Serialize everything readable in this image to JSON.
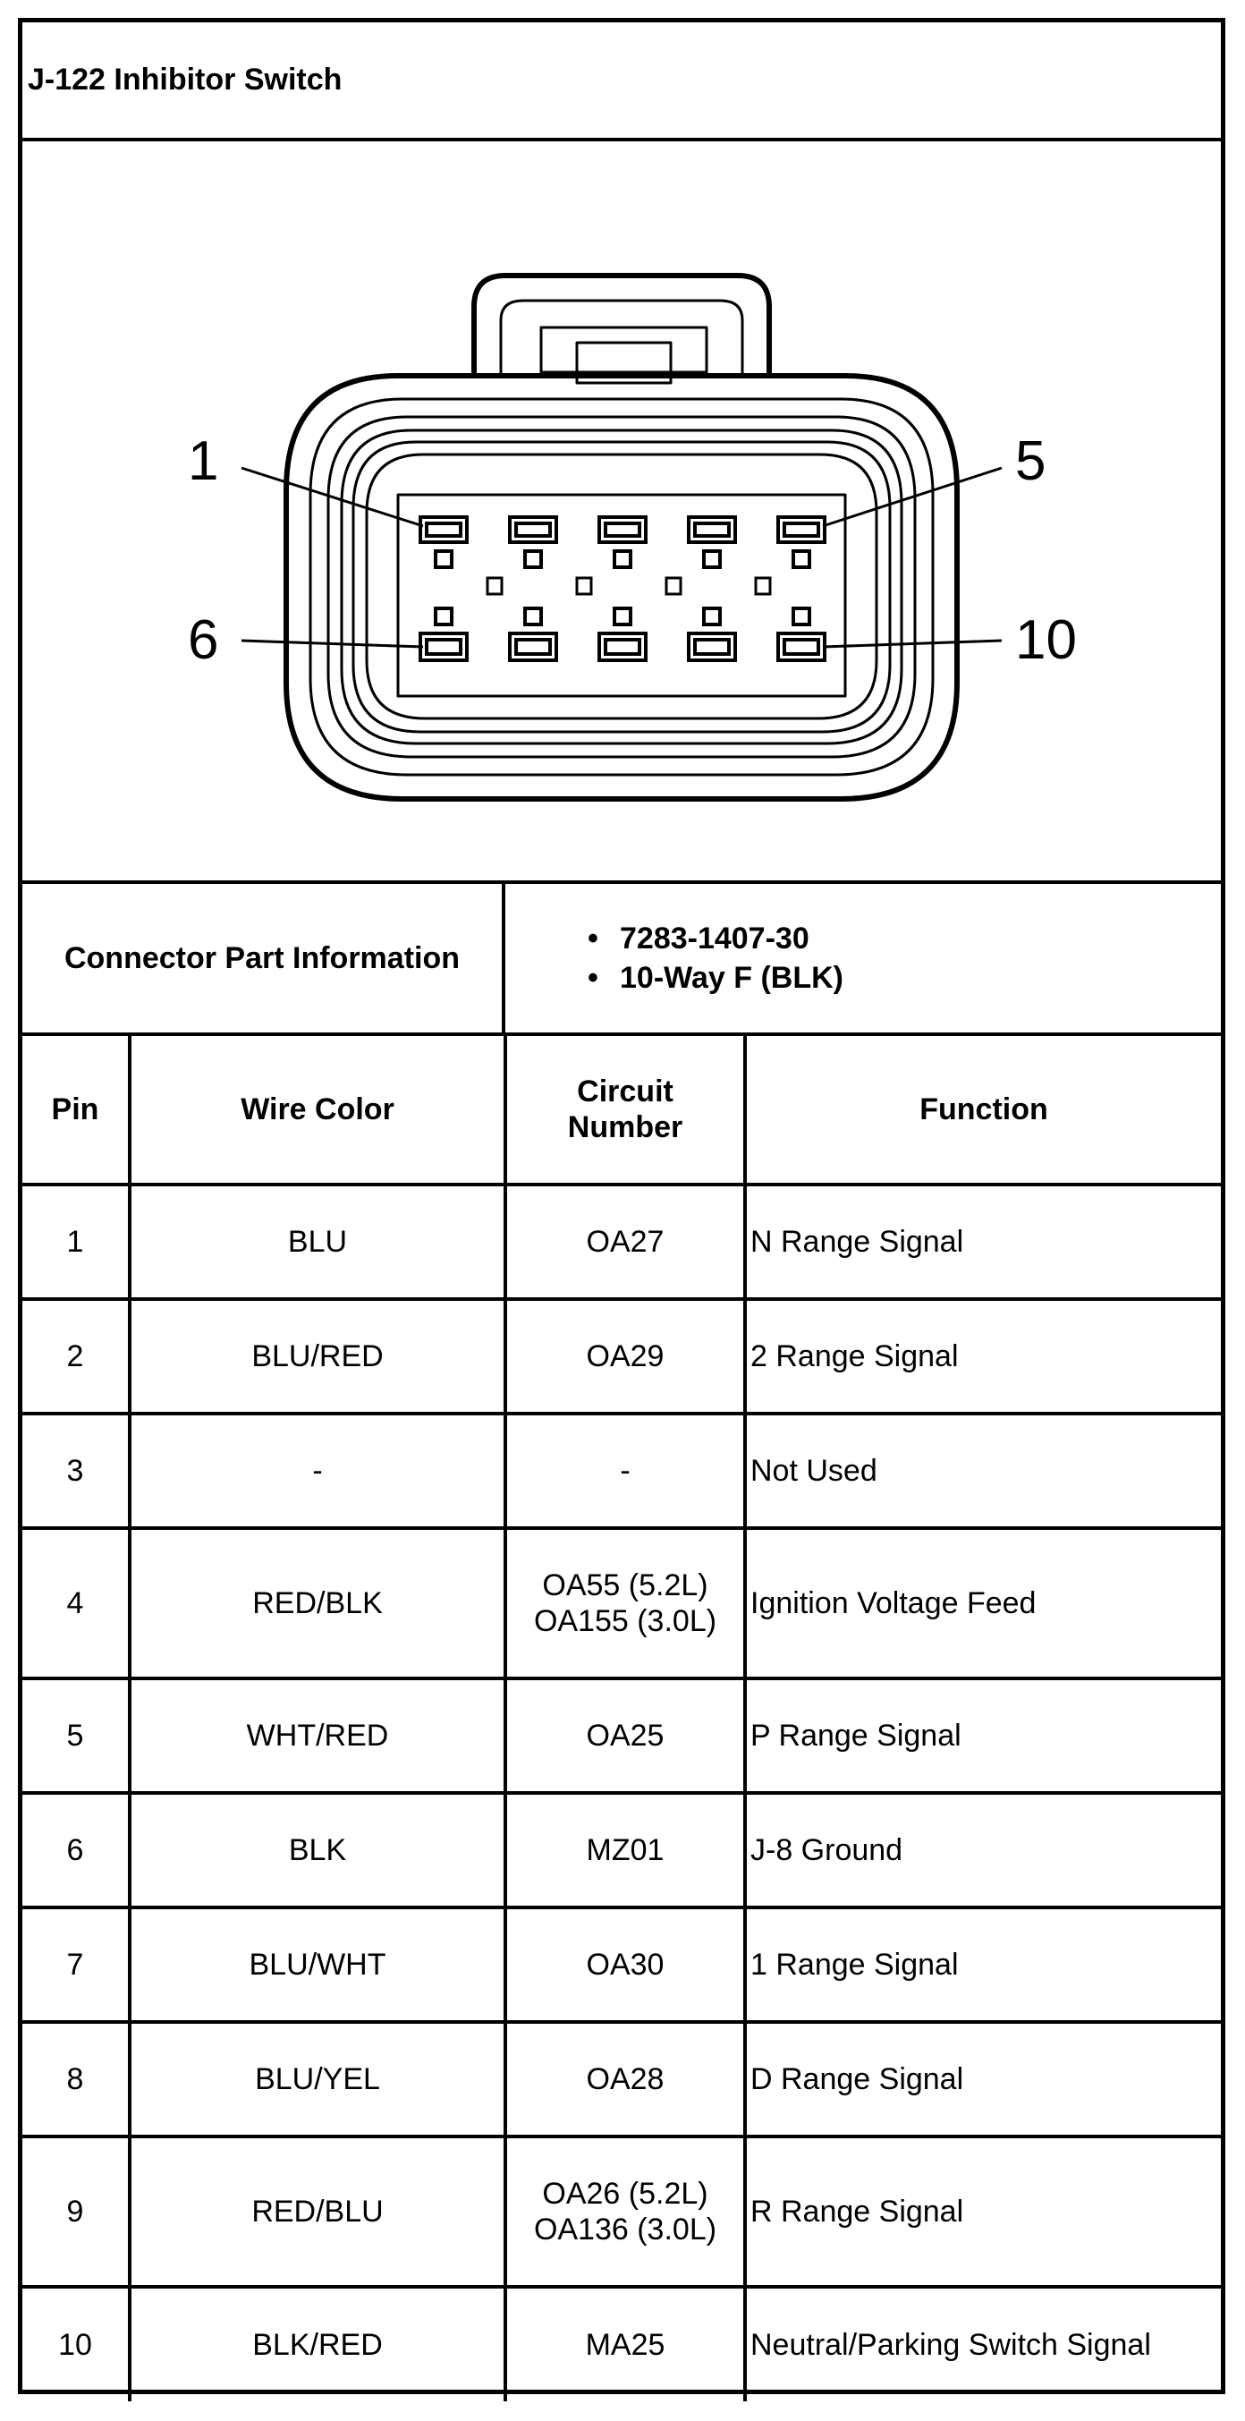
{
  "title": "J-122 Inhibitor Switch",
  "diagram": {
    "pin_labels": [
      "1",
      "5",
      "6",
      "10"
    ]
  },
  "connector": {
    "label": "Connector Part Information",
    "bullet": "•",
    "items": [
      "7283-1407-30",
      "10-Way F (BLK)"
    ]
  },
  "table": {
    "headers": [
      "Pin",
      "Wire Color",
      "Circuit Number",
      "Function"
    ],
    "rows": [
      {
        "pin": "1",
        "color": "BLU",
        "circuit": [
          "OA27"
        ],
        "function": "N Range Signal"
      },
      {
        "pin": "2",
        "color": "BLU/RED",
        "circuit": [
          "OA29"
        ],
        "function": "2 Range Signal"
      },
      {
        "pin": "3",
        "color": "-",
        "circuit": [
          "-"
        ],
        "function": "Not Used"
      },
      {
        "pin": "4",
        "color": "RED/BLK",
        "circuit": [
          "OA55 (5.2L)",
          "OA155 (3.0L)"
        ],
        "function": "Ignition Voltage Feed"
      },
      {
        "pin": "5",
        "color": "WHT/RED",
        "circuit": [
          "OA25"
        ],
        "function": "P Range Signal"
      },
      {
        "pin": "6",
        "color": "BLK",
        "circuit": [
          "MZ01"
        ],
        "function": "J-8 Ground"
      },
      {
        "pin": "7",
        "color": "BLU/WHT",
        "circuit": [
          "OA30"
        ],
        "function": "1 Range Signal"
      },
      {
        "pin": "8",
        "color": "BLU/YEL",
        "circuit": [
          "OA28"
        ],
        "function": "D Range Signal"
      },
      {
        "pin": "9",
        "color": "RED/BLU",
        "circuit": [
          "OA26 (5.2L)",
          "OA136 (3.0L)"
        ],
        "function": "R Range Signal"
      },
      {
        "pin": "10",
        "color": "BLK/RED",
        "circuit": [
          "MA25"
        ],
        "function": "Neutral/Parking Switch Signal"
      }
    ]
  }
}
